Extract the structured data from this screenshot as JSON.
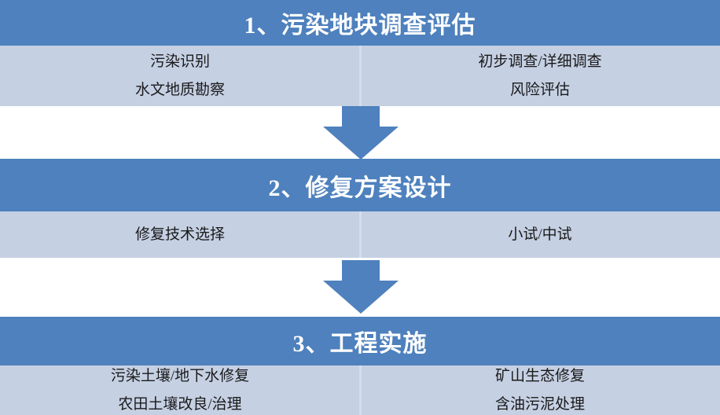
{
  "diagram": {
    "type": "vertical-process-flow",
    "orientation": "top-to-bottom",
    "colors": {
      "header_fill": "#4E81BD",
      "header_text": "#FFFFFF",
      "body_fill": "#C5D0E3",
      "body_text": "#1A1A1A",
      "arrow_fill": "#4E81BD",
      "divider": "#D6DEEC",
      "page_background": "#FFFFFF"
    },
    "stages": [
      {
        "title": "1、污染地块调查评估",
        "columns": [
          {
            "lines": [
              "污染识别",
              "水文地质勘察"
            ]
          },
          {
            "lines": [
              "初步调查/详细调查",
              "风险评估"
            ]
          }
        ]
      },
      {
        "title": "2、修复方案设计",
        "columns": [
          {
            "lines": [
              "修复技术选择"
            ]
          },
          {
            "lines": [
              "小试/中试"
            ]
          }
        ]
      },
      {
        "title": "3、工程实施",
        "columns": [
          {
            "lines": [
              "污染土壤/地下水修复",
              "农田土壤改良/治理"
            ]
          },
          {
            "lines": [
              "矿山生态修复",
              "含油污泥处理"
            ]
          }
        ]
      }
    ],
    "connectors": [
      {
        "icon": "down-arrow-icon",
        "from_stage": 1,
        "to_stage": 2
      },
      {
        "icon": "down-arrow-icon",
        "from_stage": 2,
        "to_stage": 3
      }
    ]
  }
}
